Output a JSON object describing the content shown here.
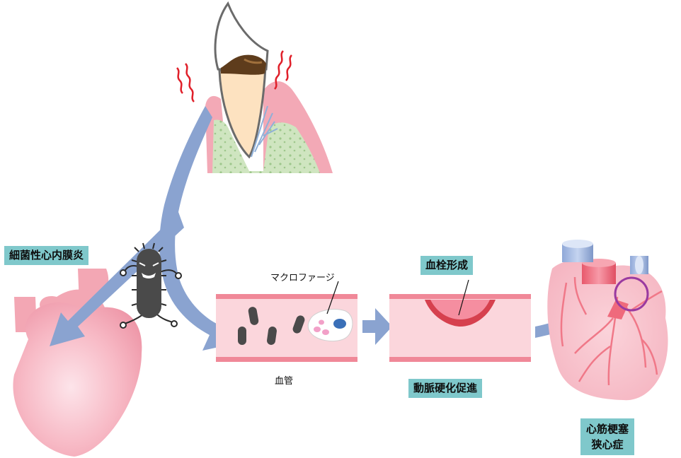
{
  "labels": {
    "endocarditis": "細菌性心内膜炎",
    "macrophage": "マクロファージ",
    "vessel": "血管",
    "thrombus": "血栓形成",
    "atherosclerosis": "動脈硬化促進",
    "infarction_line1": "心筋梗塞",
    "infarction_line2": "狭心症"
  },
  "colors": {
    "arrow": "#8aa3d0",
    "label_bg": "#7fc8cb",
    "gum": "#f0a8b4",
    "vessel_wall": "#f08898",
    "vessel_lumen": "#fbd6dc",
    "heart": "#f7b8c4",
    "artery": "#f07888",
    "bacteria": "#4a4a4a",
    "highlight_circle": "#9a3aa0"
  }
}
